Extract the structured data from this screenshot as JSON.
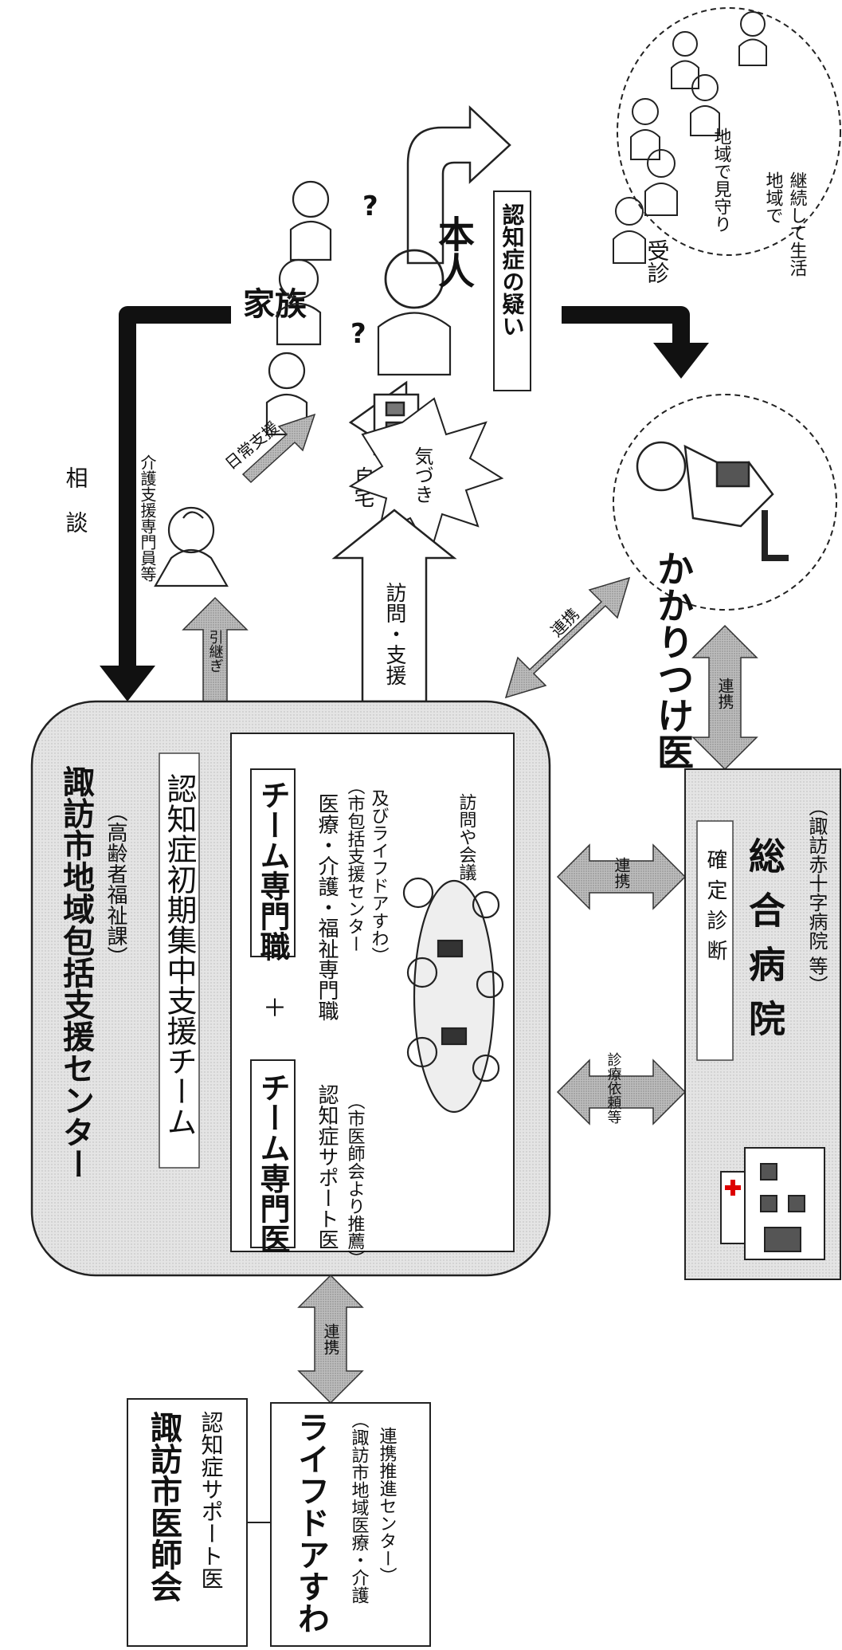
{
  "center": {
    "title": "諏訪市地域包括支援センター",
    "subtitle": "（高齢者福祉課）",
    "team_title": "認知症初期集中支援チーム",
    "team_doctor_label": "チーム専門医",
    "plus": "＋",
    "team_staff_label": "チーム専門職",
    "doctor_desc": "認知症サポート医",
    "doctor_desc2": "（市医師会より推薦）",
    "staff_desc": "医療・介護・福祉専門職",
    "staff_desc2": "（市包括支援センター",
    "staff_desc3": "及びライフドアすわ）",
    "meeting_label": "訪問や会議"
  },
  "arrows": {
    "soudan": "相　談",
    "houmon_shien": "訪問・支援",
    "hikitsugi": "引継ぎ",
    "renkei_center_life": "連携",
    "renkei_center_kakari": "連携",
    "renkei_center_hosp": "連携",
    "shinryo": "診療依頼等",
    "renkei_kakari_hosp": "連携",
    "jushin": "受診",
    "nichijo": "日常支援"
  },
  "family": {
    "label": "家族",
    "home_label": "自宅",
    "honnin": "本人",
    "suspicion": "認知症の疑い",
    "kizuki": "気づき"
  },
  "community": {
    "mimamori": "地域で見守り",
    "keizoku1": "地域で",
    "keizoku2": "継続して生活"
  },
  "care_worker": "介護支援専門員等",
  "kakaritsuke": "かかりつけ医",
  "hospital": {
    "kakutei": "確定診断",
    "name": "総合病院",
    "sub": "（諏訪赤十字病院 等）"
  },
  "ishikai": {
    "name": "諏訪市医師会",
    "sub": "認知症サポート医"
  },
  "lifedoor": {
    "name": "ライフドアすわ",
    "sub1": "（諏訪市地域医療・介護",
    "sub2": "連携推進センター）"
  },
  "colors": {
    "gray_fill": "#d9d9d9",
    "arrow_gray": "#9a9a9a",
    "black": "#111111"
  }
}
